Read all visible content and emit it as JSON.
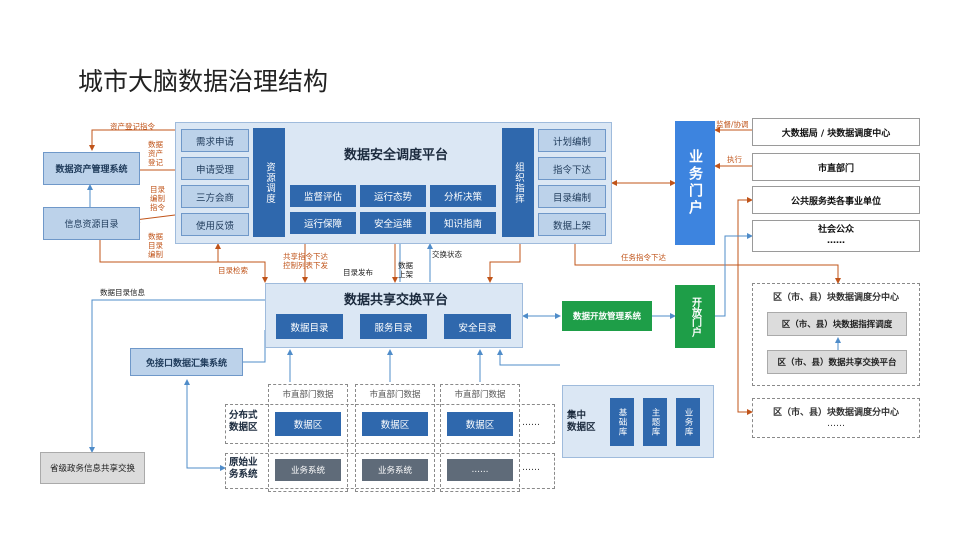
{
  "title": "城市大脑数据治理结构",
  "security_platform": {
    "title": "数据安全调度平台",
    "left_buttons": [
      "需求申请",
      "申请受理",
      "三方会商",
      "使用反馈"
    ],
    "left_bar": "资源调度",
    "center_buttons": [
      "监督评估",
      "运行态势",
      "分析决策",
      "运行保障",
      "安全运维",
      "知识指南"
    ],
    "right_bar": "组织指挥",
    "right_buttons": [
      "计划编制",
      "指令下达",
      "目录编制",
      "数据上架"
    ]
  },
  "exchange_platform": {
    "title": "数据共享交换平台",
    "buttons": [
      "数据目录",
      "服务目录",
      "安全目录"
    ]
  },
  "left": {
    "asset_system": "数据资产管理系统",
    "info_catalog": "信息资源目录",
    "collect_system": "免接口数据汇集系统",
    "province_exchange": "省级政务信息共享交换"
  },
  "labels": {
    "asset_register_cmd": "资产登记指令",
    "data_asset_register": "数据\n资产\n登记",
    "catalog_compile_cmd": "目录\n编制\n指令",
    "data_catalog_compile": "数据\n目录\n编制",
    "catalog_search": "目录检索",
    "shared_cmd": "共享指令下达",
    "control_list": "控制列表下发",
    "catalog_publish": "目录发布",
    "data_upload": "数据\n上架",
    "exchange_status": "交换状态",
    "data_catalog_info": "数据目录信息",
    "supervise": "监督/协调",
    "execute": "执行",
    "task_cmd": "任务指令下达"
  },
  "portal": {
    "business": "业务门户",
    "open": "开放门户"
  },
  "open_mgmt": "数据开放管理系统",
  "right": {
    "big_data": "大数据局 / 块数据调度中心",
    "city_dept": "市直部门",
    "public_units": "公共服务类各事业单位",
    "public": "社会公众",
    "public_more": "……",
    "district_center": "区（市、县）块数据调度分中心",
    "district_cmd": "区（市、县）块数据指挥调度",
    "district_exchange": "区（市、县）数据共享交换平台",
    "district_center2": "区（市、县）块数据调度分中心",
    "district_more": "……"
  },
  "bottom": {
    "dist_zone": "分布式\n数据区",
    "orig_zone": "原始业\n务系统",
    "city_data": [
      "市直部门数据",
      "市直部门数据",
      "市直部门数据"
    ],
    "data_zone": [
      "数据区",
      "数据区",
      "数据区"
    ],
    "business_sys": [
      "业务系统",
      "业务系统",
      "……"
    ],
    "more1": "……",
    "more2": "……",
    "central_zone": "集中\n数据区",
    "central_libs": [
      "基础库",
      "主题库",
      "业务库"
    ]
  }
}
